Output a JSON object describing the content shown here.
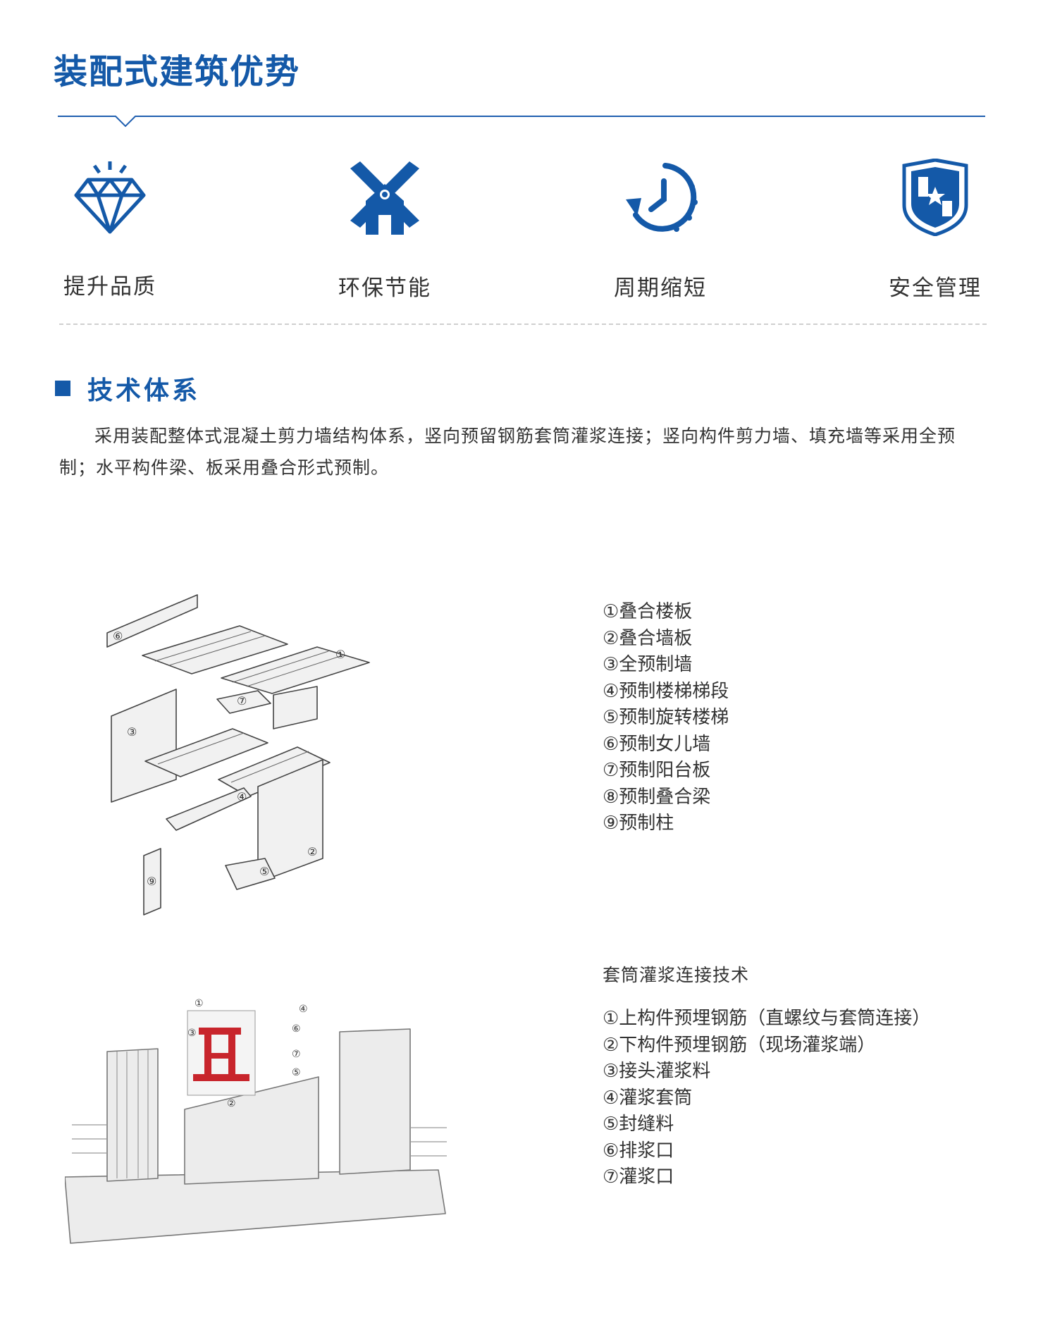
{
  "page_title": "装配式建筑优势",
  "features": [
    {
      "label": "提升品质",
      "icon": "diamond-icon"
    },
    {
      "label": "环保节能",
      "icon": "windmill-icon"
    },
    {
      "label": "周期缩短",
      "icon": "clock-cycle-icon"
    },
    {
      "label": "安全管理",
      "icon": "shield-star-icon"
    }
  ],
  "section": {
    "title": "技术体系",
    "paragraph": "采用装配整体式混凝土剪力墙结构体系，竖向预留钢筋套筒灌浆连接；竖向构件剪力墙、填充墙等采用全预制；水平构件梁、板采用叠合形式预制。"
  },
  "components": {
    "items": [
      "①叠合楼板",
      "②叠合墙板",
      "③全预制墙",
      "④预制楼梯梯段",
      "⑤预制旋转楼梯",
      "⑥预制女儿墙",
      "⑦预制阳台板",
      "⑧预制叠合梁",
      "⑨预制柱"
    ],
    "diagram_marks": [
      "①",
      "②",
      "③",
      "④",
      "⑤",
      "⑥",
      "⑦",
      "⑨"
    ]
  },
  "sleeve": {
    "title": "套筒灌浆连接技术",
    "items": [
      "①上构件预埋钢筋（直螺纹与套筒连接）",
      "②下构件预埋钢筋（现场灌浆端）",
      "③接头灌浆料",
      "④灌浆套筒",
      "⑤封缝料",
      "⑥排浆口",
      "⑦灌浆口"
    ],
    "diagram_marks": [
      "①",
      "②",
      "③",
      "④",
      "⑤",
      "⑥",
      "⑦"
    ]
  },
  "colors": {
    "brand_blue": "#1459a8",
    "highlight_red": "#c8252c",
    "rule_blue": "#1f5fb0"
  }
}
